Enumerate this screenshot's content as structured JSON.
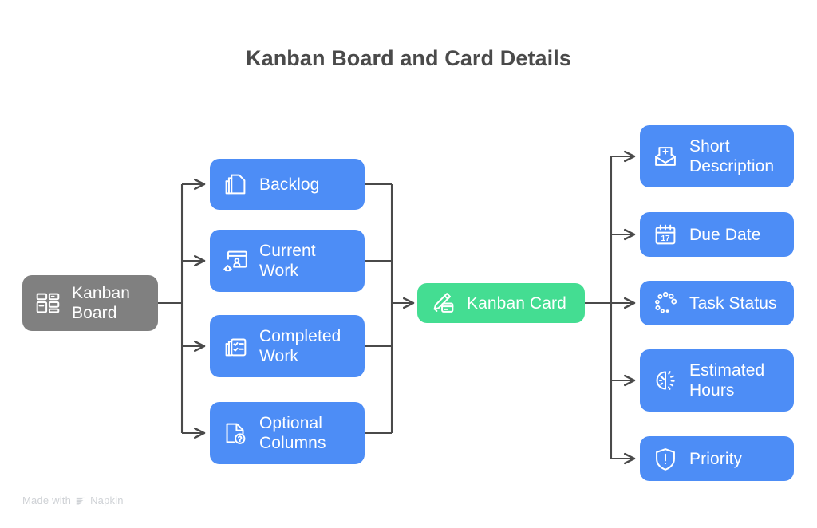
{
  "title": "Kanban Board and Card Details",
  "colors": {
    "background": "#ffffff",
    "title_text": "#4a4a4a",
    "grey_node": "#808080",
    "blue_node": "#4d8df6",
    "green_node": "#44dd92",
    "connector": "#4a4a4a",
    "node_text": "#ffffff",
    "watermark": "#cfd2d6"
  },
  "root": {
    "label": "Kanban\nBoard",
    "icon": "kanban-grid-icon",
    "color": "#808080"
  },
  "columns": [
    {
      "label": "Backlog",
      "icon": "stacked-documents-icon",
      "color": "#4d8df6"
    },
    {
      "label": "Current\nWork",
      "icon": "board-person-icon",
      "color": "#4d8df6"
    },
    {
      "label": "Completed\nWork",
      "icon": "checklist-stack-icon",
      "color": "#4d8df6"
    },
    {
      "label": "Optional\nColumns",
      "icon": "document-question-icon",
      "color": "#4d8df6"
    }
  ],
  "card": {
    "label": "Kanban Card",
    "icon": "pencil-card-icon",
    "color": "#44dd92"
  },
  "details": [
    {
      "label": "Short\nDescription",
      "icon": "envelope-plus-icon",
      "color": "#4d8df6"
    },
    {
      "label": "Due Date",
      "icon": "calendar-17-icon",
      "color": "#4d8df6",
      "icon_text": "17"
    },
    {
      "label": "Task Status",
      "icon": "dots-spinner-icon",
      "color": "#4d8df6"
    },
    {
      "label": "Estimated\nHours",
      "icon": "half-clock-icon",
      "color": "#4d8df6"
    },
    {
      "label": "Priority",
      "icon": "shield-alert-icon",
      "color": "#4d8df6"
    }
  ],
  "watermark": {
    "prefix": "Made with",
    "brand": "Napkin",
    "icon": "napkin-logo-icon"
  }
}
